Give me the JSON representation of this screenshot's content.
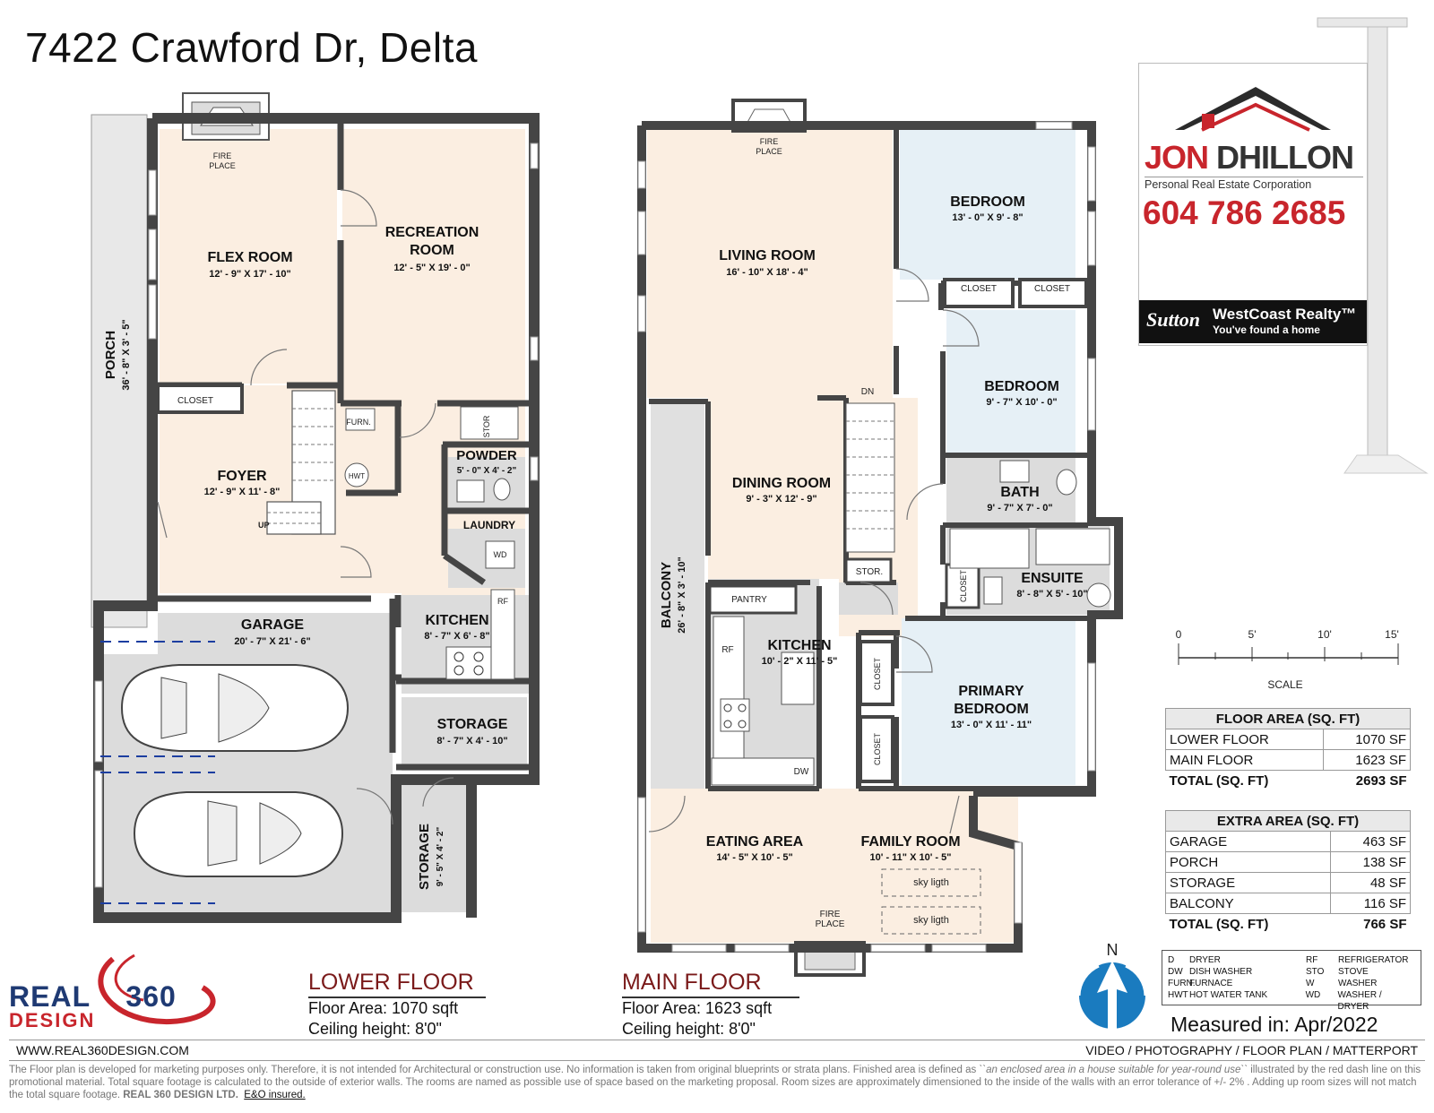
{
  "title": "7422 Crawford Dr, Delta",
  "colors": {
    "wall": "#454545",
    "warm_room": "#fbeee1",
    "cool_room": "#e6f0f6",
    "service_room": "#dcdcdc",
    "brand_red": "#c8252c"
  },
  "lower": {
    "fireplace": "FIRE PLACE",
    "flex": {
      "name": "FLEX ROOM",
      "dim": "12' - 9\" X 17' - 10\""
    },
    "rec": {
      "name1": "RECREATION",
      "name2": "ROOM",
      "dim": "12' - 5\" X 19' - 0\""
    },
    "porch": {
      "name": "PORCH",
      "dim": "36' - 8\" X 3' - 5\""
    },
    "closet": "CLOSET",
    "foyer": {
      "name": "FOYER",
      "dim": "12' - 9\" X 11' - 8\""
    },
    "up": "UP",
    "furn": "FURN.",
    "hwt": "HWT",
    "stor": "STOR",
    "powder": {
      "name": "POWDER",
      "dim": "5' - 0\" X 4' - 2\""
    },
    "laundry": "LAUNDRY",
    "wd": "WD",
    "rf": "RF",
    "kitchen": {
      "name": "KITCHEN",
      "dim": "8' - 7\" X 6' - 8\""
    },
    "garage": {
      "name": "GARAGE",
      "dim": "20' - 7\" X 21' - 6\""
    },
    "storage": {
      "name": "STORAGE",
      "dim": "8' - 7\" X 4' - 10\""
    },
    "storage2": {
      "name": "STORAGE",
      "dim": "9' - 5\" X 4' - 2\""
    }
  },
  "main": {
    "fireplace_top": "FIRE PLACE",
    "living": {
      "name": "LIVING ROOM",
      "dim": "16' - 10\" X 18' - 4\""
    },
    "bedroom1": {
      "name": "BEDROOM",
      "dim": "13' - 0\" X 9' - 8\""
    },
    "closet": "CLOSET",
    "bedroom2": {
      "name": "BEDROOM",
      "dim": "9' - 7\" X 10' - 0\""
    },
    "dn": "DN",
    "dining": {
      "name": "DINING ROOM",
      "dim": "9' - 3\" X 12' - 9\""
    },
    "bath": {
      "name": "BATH",
      "dim": "9' - 7\" X 7' - 0\""
    },
    "balcony": {
      "name": "BALCONY",
      "dim": "26' - 8\" X 3' - 10\""
    },
    "stor": "STOR.",
    "ensuite": {
      "name": "ENSUITE",
      "dim": "8' - 8\" X 5' - 10\""
    },
    "pantry": "PANTRY",
    "kitchen": {
      "name": "KITCHEN",
      "dim": "10' - 2\" X 11' - 5\""
    },
    "rf": "RF",
    "dw": "DW",
    "primary": {
      "name1": "PRIMARY",
      "name2": "BEDROOM",
      "dim": "13' - 0\" X 11' - 11\""
    },
    "eating": {
      "name": "EATING AREA",
      "dim": "14' - 5\" X 10' - 5\""
    },
    "family": {
      "name": "FAMILY ROOM",
      "dim": "10' - 11\" X 10' - 5\""
    },
    "skylight": "sky ligth",
    "fireplace_bottom": "FIRE PLACE"
  },
  "sign": {
    "name1": "JON",
    "name2": "DHILLON",
    "subtitle": "Personal Real Estate Corporation",
    "phone": "604 786 2685",
    "brokerage_logo": "Sutton",
    "brokerage": "WestCoast Realty™",
    "tagline": "You've found a home"
  },
  "scale": {
    "ticks": [
      "0",
      "5'",
      "10'",
      "15'"
    ],
    "label": "SCALE"
  },
  "floor_area": {
    "header": "FLOOR AREA (SQ. FT)",
    "rows": [
      {
        "label": "LOWER FLOOR",
        "value": "1070 SF"
      },
      {
        "label": "MAIN FLOOR",
        "value": "1623 SF"
      }
    ],
    "total_label": "TOTAL (SQ. FT)",
    "total_value": "2693 SF"
  },
  "extra_area": {
    "header": "EXTRA AREA (SQ. FT)",
    "rows": [
      {
        "label": "GARAGE",
        "value": "463 SF"
      },
      {
        "label": "PORCH",
        "value": "138 SF"
      },
      {
        "label": "STORAGE",
        "value": "48 SF"
      },
      {
        "label": "BALCONY",
        "value": "116 SF"
      }
    ],
    "total_label": "TOTAL (SQ. FT)",
    "total_value": "766 SF"
  },
  "north": "N",
  "legend": [
    {
      "abbr": "D",
      "meaning": "DRYER",
      "abbr2": "RF",
      "meaning2": "REFRIGERATOR"
    },
    {
      "abbr": "DW",
      "meaning": "DISH WASHER",
      "abbr2": "STO",
      "meaning2": "STOVE"
    },
    {
      "abbr": "FURN.",
      "meaning": "FURNACE",
      "abbr2": "W",
      "meaning2": "WASHER"
    },
    {
      "abbr": "HWT",
      "meaning": "HOT WATER TANK",
      "abbr2": "WD",
      "meaning2": "WASHER / DRYER"
    }
  ],
  "logo": {
    "line1a": "REAL",
    "line1b": "360",
    "line2": "DESIGN"
  },
  "lower_floor": {
    "heading": "LOWER FLOOR",
    "area": "Floor Area: 1070 sqft",
    "ceiling": "Ceiling height: 8'0\""
  },
  "main_floor": {
    "heading": "MAIN FLOOR",
    "area": "Floor Area: 1623 sqft",
    "ceiling": "Ceiling height: 8'0\""
  },
  "measured": "Measured in: Apr/2022",
  "footer": {
    "website": "WWW.REAL360DESIGN.COM",
    "services": "VIDEO / PHOTOGRAPHY / FLOOR PLAN / MATTERPORT"
  },
  "disclaimer": {
    "text1": "The Floor plan is developed for marketing purposes only. Therefore, it is not intended for Architectural or construction use. No information is taken from original blueprints or strata plans. Finished area is defined as ",
    "italic": "``an enclosed area in a house suitable for year-round use``",
    "text2": " illustrated by the red dash line on this promotional material. Total square footage is calculated to the outside of exterior walls. The rooms are named as possible use of space based on the marketing proposal. Room sizes are approximately dimensioned to the inside of the walls with an error tolerance of +/- 2% . Adding up room sizes will not match the total square footage. ",
    "company": "REAL 360 DESIGN LTD.",
    "eo": "E&O insured."
  }
}
